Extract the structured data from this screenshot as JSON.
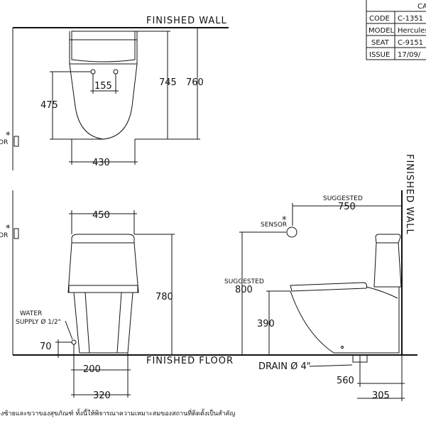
{
  "title_block": {
    "header": "CA",
    "rows": [
      {
        "key": "CODE",
        "value": "C-1351"
      },
      {
        "key": "MODEL",
        "value": "Hercules"
      },
      {
        "key": "SEAT",
        "value": "C-9151"
      },
      {
        "key": "ISSUE",
        "value": "17/09/"
      }
    ]
  },
  "top_view": {
    "wall_label": "FINISHED  WALL",
    "dim_745": "745",
    "dim_760": "760",
    "dim_475": "475",
    "dim_155": "155",
    "dim_430": "430",
    "sensor_fragment": "OR",
    "asterisk": "*"
  },
  "front_view": {
    "dim_450": "450",
    "dim_780": "780",
    "dim_70": "70",
    "dim_200": "200",
    "dim_320": "320",
    "water_supply_line1": "WATER",
    "water_supply_line2": "SUPPLY Ø 1/2\"",
    "sensor_fragment": "OR",
    "asterisk": "*"
  },
  "side_view": {
    "suggested_top": "SUGGESTED",
    "dim_750": "750",
    "sensor_label": "SENSOR",
    "asterisk": "*",
    "suggested_left": "SUGGESTED",
    "dim_800": "800",
    "dim_390": "390",
    "wall_label": "FINISHED  WALL",
    "drain_label": "DRAIN Ø 4\"",
    "dim_560": "560",
    "dim_305": "305"
  },
  "floor_label": "FINISHED  FLOOR",
  "footer_note": "างซ้ายและขวาของสุขภัณฑ์ ทั้งนี้ให้พิจารณาความเหมาะสมของสถานที่ติดตั้งเป็นสำคัญ"
}
